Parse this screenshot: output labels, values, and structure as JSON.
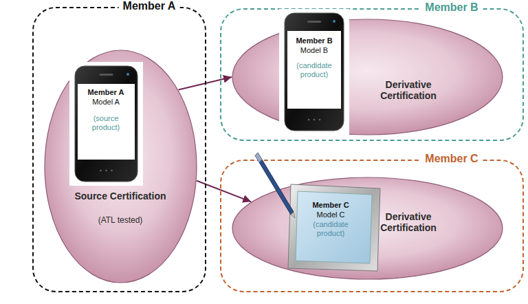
{
  "diagram": {
    "nodes": [
      {
        "text": [
          "Member A"
        ]
      },
      {
        "text": [
          "Source Certification",
          "(ATL tested)"
        ],
        "in": 0
      },
      {
        "text": [
          "Member A",
          "Model A",
          "(source product)"
        ],
        "in": 1
      },
      {
        "text": [
          "Member B"
        ]
      },
      {
        "text": [
          "Derivative Certification"
        ],
        "in": 3
      },
      {
        "text": [
          "Member B",
          "Model B",
          "(candidate product)"
        ],
        "in": 4
      },
      {
        "text": [
          "Member C"
        ]
      },
      {
        "text": [
          "Derivative Certification"
        ],
        "in": 6
      },
      {
        "text": [
          "Member C",
          "Model C",
          "(candidate product)"
        ],
        "in": 7
      }
    ],
    "edges": [
      {
        "from": 1,
        "to": 4,
        "arrow": "to"
      },
      {
        "from": 1,
        "to": 7,
        "arrow": "to"
      }
    ]
  }
}
